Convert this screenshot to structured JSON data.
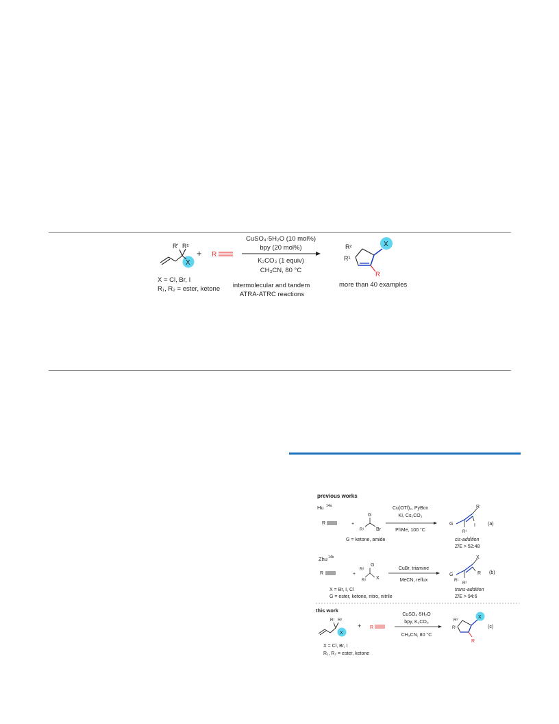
{
  "toc": {
    "conditions": [
      "CuSO₄·5H₂O (10 mol%)",
      "bpy (20 mol%)",
      "K₂CO₃ (1 equiv)",
      "CH₃CN, 80 °C"
    ],
    "x_def": "X = Cl, Br, I",
    "r_def": "R₁, R₂ = ester, ketone",
    "caption_line1": "intermolecular and tandem",
    "caption_line2": "ATRA-ATRC reactions",
    "examples": "more than 40 examples",
    "r_label": "R",
    "x_label": "X",
    "r1_label": "R¹",
    "r2_label": "R²",
    "rp1_label": "R'",
    "rp2_label": "R²",
    "plus": "+"
  },
  "scheme": {
    "previous_works": "previous works",
    "row_a": {
      "ref": "Hu",
      "ref_sup": "14a",
      "reagent_top": "Cu(OTf)₂, PyBox",
      "reagent_mid": "KI, Cs₂CO₃",
      "reagent_bottom": "PhMe, 100 °C",
      "g_def": "G = ketone, amide",
      "stereo_note": "cis-addition",
      "ratio": "Z/E > 52:48",
      "tag": "(a)",
      "r": "R",
      "g": "G",
      "br": "Br",
      "r1": "R¹",
      "i": "I",
      "plus": "+"
    },
    "row_b": {
      "ref": "Zhu",
      "ref_sup": "14b",
      "reagent_top": "CuBr, triamine",
      "reagent_bottom": "MeCN, reflux",
      "x_def": "X = Br, I, Cl",
      "g_def": "G = ester, ketone, nitro, nitrile",
      "stereo_note": "trans-addition",
      "ratio": "Z/E > 94:6",
      "tag": "(b)",
      "r": "R",
      "g": "G",
      "x": "X",
      "r1": "R¹",
      "r2": "R²",
      "plus": "+"
    },
    "this_work": {
      "label": "this work",
      "reagent_top": "CuSO₄·5H₂O",
      "reagent_mid": "bpy, K₂CO₃",
      "reagent_bottom": "CH₃CN, 80 °C",
      "x_def": "X = Cl, Br, I",
      "r_def": "R₁, R₂ = ester, ketone",
      "tag": "(c)",
      "r": "R",
      "x": "X",
      "r1": "R¹",
      "r2": "R²",
      "plus": "+"
    }
  },
  "colors": {
    "accent_blue": "#1e73be",
    "highlight_cyan": "#5fd5f0",
    "alkyne_red": "#e0282c",
    "bond_blue": "#1d3fbf"
  }
}
